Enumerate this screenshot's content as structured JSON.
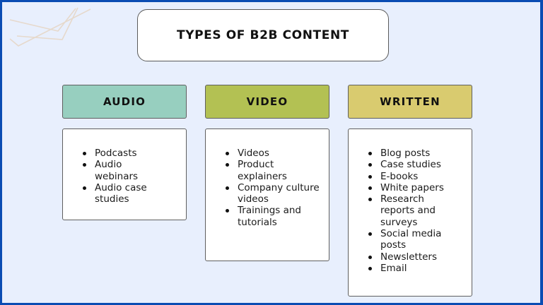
{
  "title": "TYPES OF B2B CONTENT",
  "colors": {
    "frame": "#0a4cb3",
    "background": "#e8effd",
    "audio_header": "#97cfbf",
    "video_header": "#b3c153",
    "written_header": "#d9cb6f",
    "decoration": "#e6d9cc"
  },
  "columns": [
    {
      "header": "AUDIO",
      "items": [
        "Podcasts",
        "Audio webinars",
        "Audio case studies"
      ]
    },
    {
      "header": "VIDEO",
      "items": [
        "Videos",
        "Product explainers",
        "Company culture videos",
        "Trainings and tutorials"
      ]
    },
    {
      "header": "WRITTEN",
      "items": [
        "Blog posts",
        "Case studies",
        "E-books",
        "White papers",
        "Research reports and surveys",
        "Social media posts",
        "Newsletters",
        "Email"
      ]
    }
  ]
}
